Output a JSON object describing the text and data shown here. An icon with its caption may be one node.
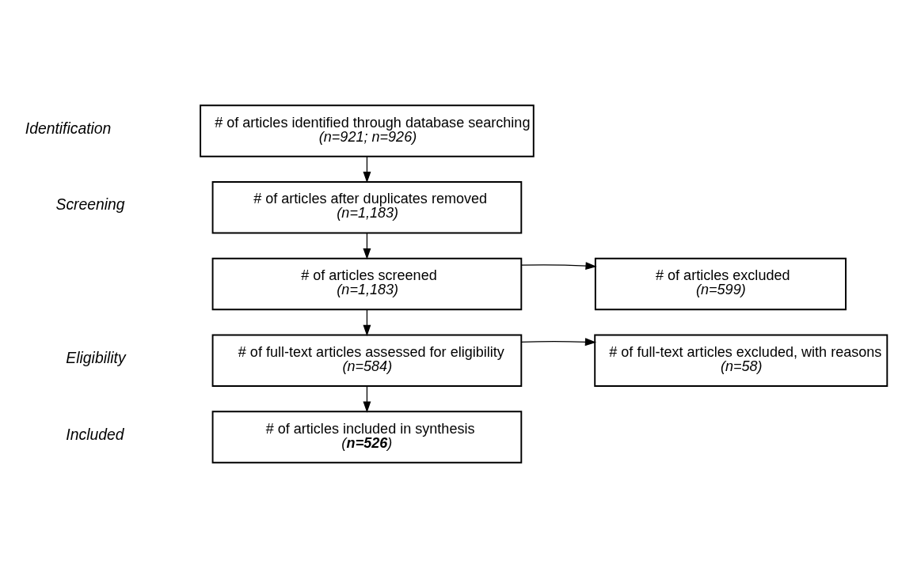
{
  "diagram": {
    "nodes": [
      {
        "text": [
          "# of articles identified through database searching",
          "(n=921; n=926)"
        ]
      },
      {
        "text": [
          "# of articles after duplicates removed",
          "(n=1,183)"
        ]
      },
      {
        "text": [
          "# of articles screened",
          "(n=1,183)"
        ]
      },
      {
        "text": [
          "# of articles excluded",
          "(n=599)"
        ]
      },
      {
        "text": [
          "# of full-text articles assessed for eligibility",
          "(n=584)"
        ]
      },
      {
        "text": [
          "# of full-text articles excluded, with reasons",
          "(n=58)"
        ]
      },
      {
        "text": [
          "# of articles included in synthesis",
          "(**n=526**)"
        ]
      }
    ],
    "edges": [
      {
        "from": 0,
        "to": 1,
        "arrow": "to"
      },
      {
        "from": 1,
        "to": 2,
        "arrow": "to"
      },
      {
        "from": 2,
        "to": 3,
        "arrow": "to"
      },
      {
        "from": 2,
        "to": 4,
        "arrow": "to"
      },
      {
        "from": 4,
        "to": 5,
        "arrow": "to"
      },
      {
        "from": 4,
        "to": 6,
        "arrow": "to"
      }
    ],
    "labels": [
      "Identification",
      "Screening",
      "Eligibility",
      "Included"
    ]
  }
}
